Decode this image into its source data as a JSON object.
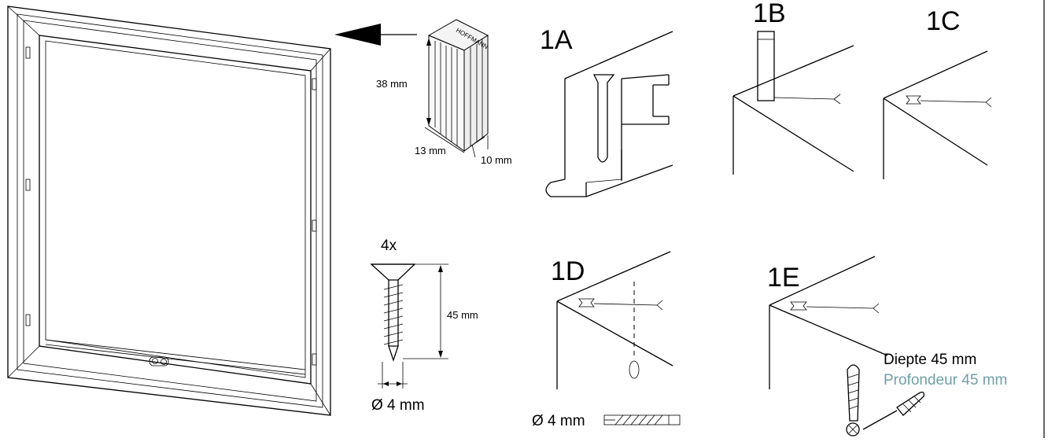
{
  "steps": {
    "s1a": "1A",
    "s1b": "1B",
    "s1c": "1C",
    "s1d": "1D",
    "s1e": "1E"
  },
  "block": {
    "brand": "HOFFMANN",
    "height": "38 mm",
    "width": "13 mm",
    "depth": "10 mm"
  },
  "screw": {
    "quantity": "4x",
    "length": "45 mm",
    "diameter": "Ø 4 mm"
  },
  "drill": {
    "diameter": "Ø 4 mm"
  },
  "depth_note": {
    "nl": "Diepte 45 mm",
    "fr": "Profondeur 45 mm",
    "fr_color": "#6fa0a6"
  }
}
